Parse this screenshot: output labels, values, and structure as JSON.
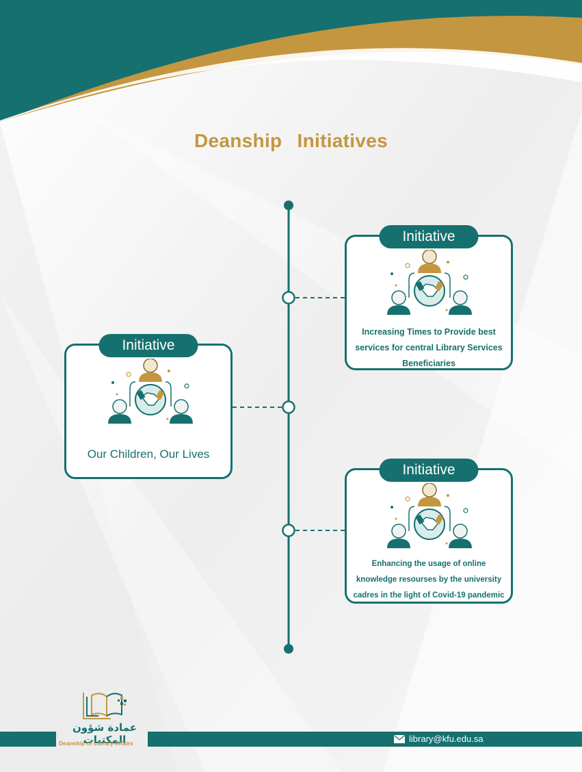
{
  "page": {
    "title": "Deanship   Initiatives",
    "colors": {
      "teal": "#15706f",
      "gold": "#c4963f",
      "background": "#f2f2f2"
    }
  },
  "timeline": {
    "cards": [
      {
        "tag": "Initiative",
        "text": "Increasing Times to Provide best services for central Library Services Beneficiaries",
        "icon": "partnership-handshake-icon"
      },
      {
        "tag": "Initiative",
        "text": "Our Children, Our Lives",
        "icon": "partnership-handshake-icon"
      },
      {
        "tag": "Initiative",
        "text": "Enhancing the usage of online knowledge resourses by the university cadres in the light of Covid-19 pandemic",
        "icon": "partnership-handshake-icon"
      }
    ]
  },
  "footer": {
    "logo_arabic": "عمادة شؤون المكتبات",
    "logo_english": "Deanship of Library Affairs",
    "email": "library@kfu.edu.sa",
    "email_icon": "envelope-icon"
  }
}
